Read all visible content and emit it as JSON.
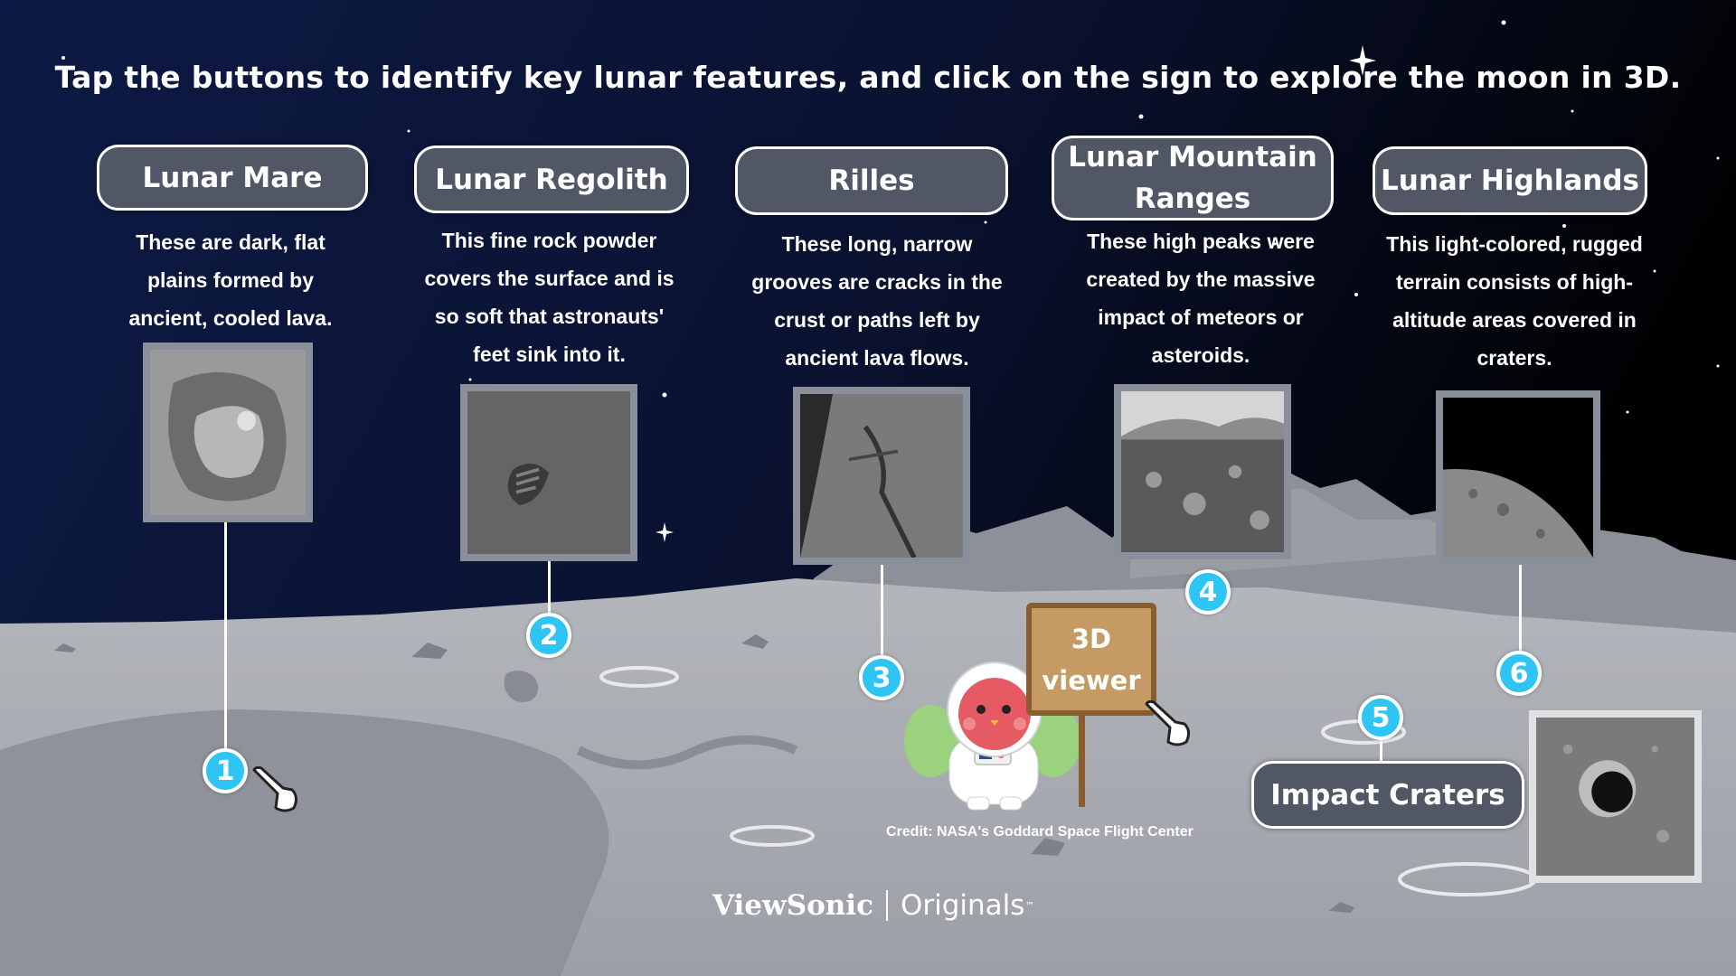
{
  "instructions": "Tap the buttons to identify key lunar features, and click on the sign to explore the moon in 3D.",
  "features": [
    {
      "label": "Lunar Mare",
      "description": "These are dark, flat plains formed by ancient, cooled lava.",
      "number": "1"
    },
    {
      "label": "Lunar Regolith",
      "description": "This fine rock powder covers the surface and is so soft that astronauts' feet sink into it.",
      "number": "2"
    },
    {
      "label": "Rilles",
      "description": "These long, narrow grooves are cracks in the crust or paths left by ancient lava flows.",
      "number": "3"
    },
    {
      "label": "Lunar Mountain Ranges",
      "description": "These high peaks were created by the massive impact of meteors or asteroids.",
      "number": "4"
    },
    {
      "label": "Impact Craters",
      "description": "",
      "number": "5"
    },
    {
      "label": "Lunar Highlands",
      "description": "This light-colored, rugged terrain consists of high-altitude areas covered in craters.",
      "number": "6"
    }
  ],
  "sign": {
    "label": "3D viewer"
  },
  "credit": "Credit: NASA's Goddard Space Flight Center",
  "brand": {
    "name": "ViewSonic",
    "sub": "Originals",
    "tm": "™"
  },
  "colors": {
    "sky_top": "#0a1433",
    "sky_right": "#000000",
    "ground": "#a8abb1",
    "button_bg": "#525766",
    "badge": "#2ec4f3",
    "sign": "#c59a63"
  }
}
